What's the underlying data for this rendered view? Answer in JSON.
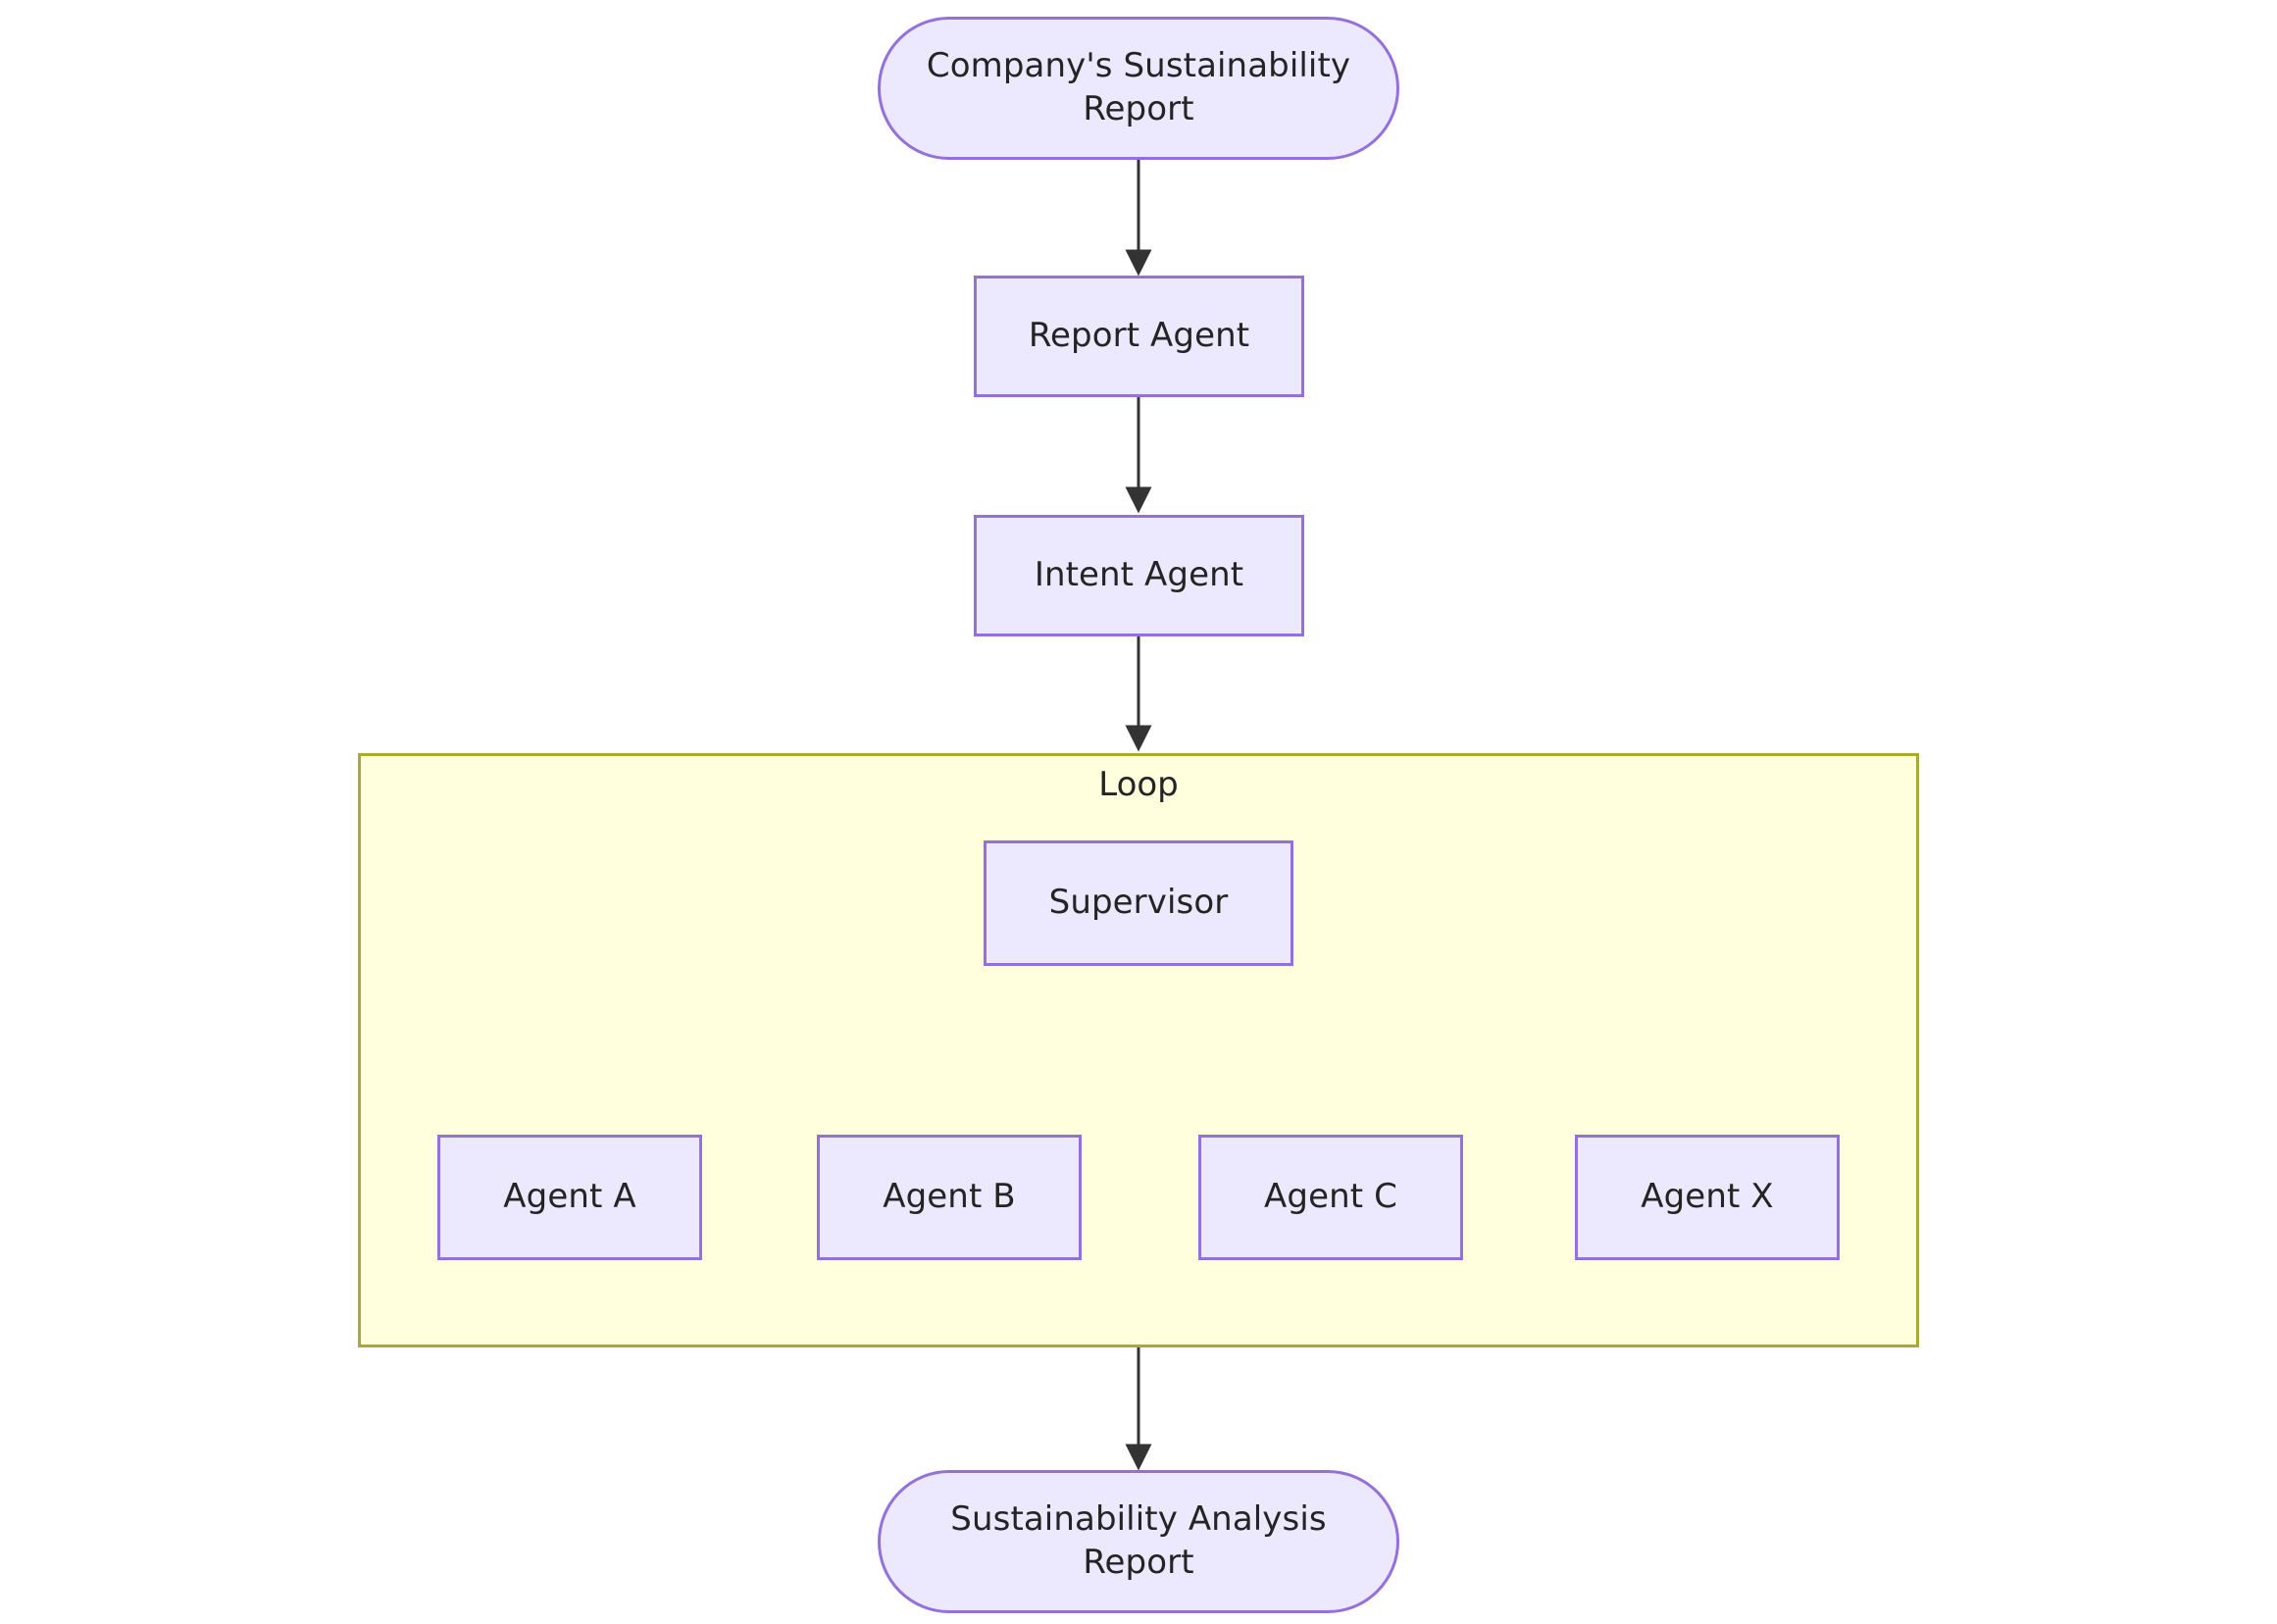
{
  "diagram": {
    "type": "flowchart",
    "direction": "top-down",
    "background": "#ffffff",
    "theme": {
      "node_fill": "#ECE8FD",
      "node_stroke": "#9370DB",
      "node_text": "#242424",
      "subgraph_fill": "#FFFFDE",
      "subgraph_stroke": "#AAAA33",
      "edge_stroke": "#333333"
    },
    "nodes": {
      "input": {
        "label": "Company's Sustainability Report",
        "shape": "stadium"
      },
      "report_agent": {
        "label": "Report Agent",
        "shape": "rect"
      },
      "intent_agent": {
        "label": "Intent Agent",
        "shape": "rect"
      },
      "supervisor": {
        "label": "Supervisor",
        "shape": "rect"
      },
      "agent_a": {
        "label": "Agent A",
        "shape": "rect"
      },
      "agent_b": {
        "label": "Agent B",
        "shape": "rect"
      },
      "agent_c": {
        "label": "Agent C",
        "shape": "rect"
      },
      "agent_x": {
        "label": "Agent X",
        "shape": "rect"
      },
      "output": {
        "label": "Sustainability Analysis Report",
        "shape": "stadium"
      }
    },
    "subgraphs": [
      {
        "id": "loop",
        "label": "Loop"
      }
    ],
    "edges": [
      {
        "from": "input",
        "to": "report_agent",
        "style": "straight",
        "arrow": "triangle"
      },
      {
        "from": "report_agent",
        "to": "intent_agent",
        "style": "straight",
        "arrow": "triangle"
      },
      {
        "from": "intent_agent",
        "to": "loop",
        "style": "straight",
        "arrow": "triangle"
      },
      {
        "from": "supervisor",
        "to": "agent_a",
        "style": "curve",
        "arrow": "triangle"
      },
      {
        "from": "supervisor",
        "to": "agent_b",
        "style": "curve",
        "arrow": "triangle"
      },
      {
        "from": "supervisor",
        "to": "agent_c",
        "style": "curve",
        "arrow": "triangle"
      },
      {
        "from": "supervisor",
        "to": "agent_x",
        "style": "curve",
        "arrow": "triangle"
      },
      {
        "from": "loop",
        "to": "output",
        "style": "straight",
        "arrow": "triangle"
      }
    ]
  }
}
